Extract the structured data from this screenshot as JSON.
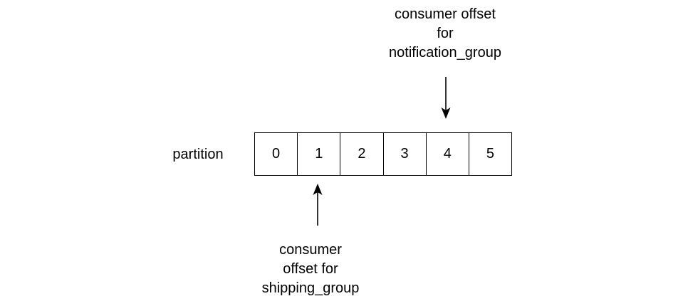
{
  "partition": {
    "label": "partition",
    "cells": [
      "0",
      "1",
      "2",
      "3",
      "4",
      "5"
    ]
  },
  "offsets": {
    "notification_group": {
      "lines": [
        "consumer offset",
        "for",
        "notification_group"
      ],
      "points_to_index": 4
    },
    "shipping_group": {
      "lines": [
        "consumer",
        "offset for",
        "shipping_group"
      ],
      "points_to_index": 1
    }
  }
}
